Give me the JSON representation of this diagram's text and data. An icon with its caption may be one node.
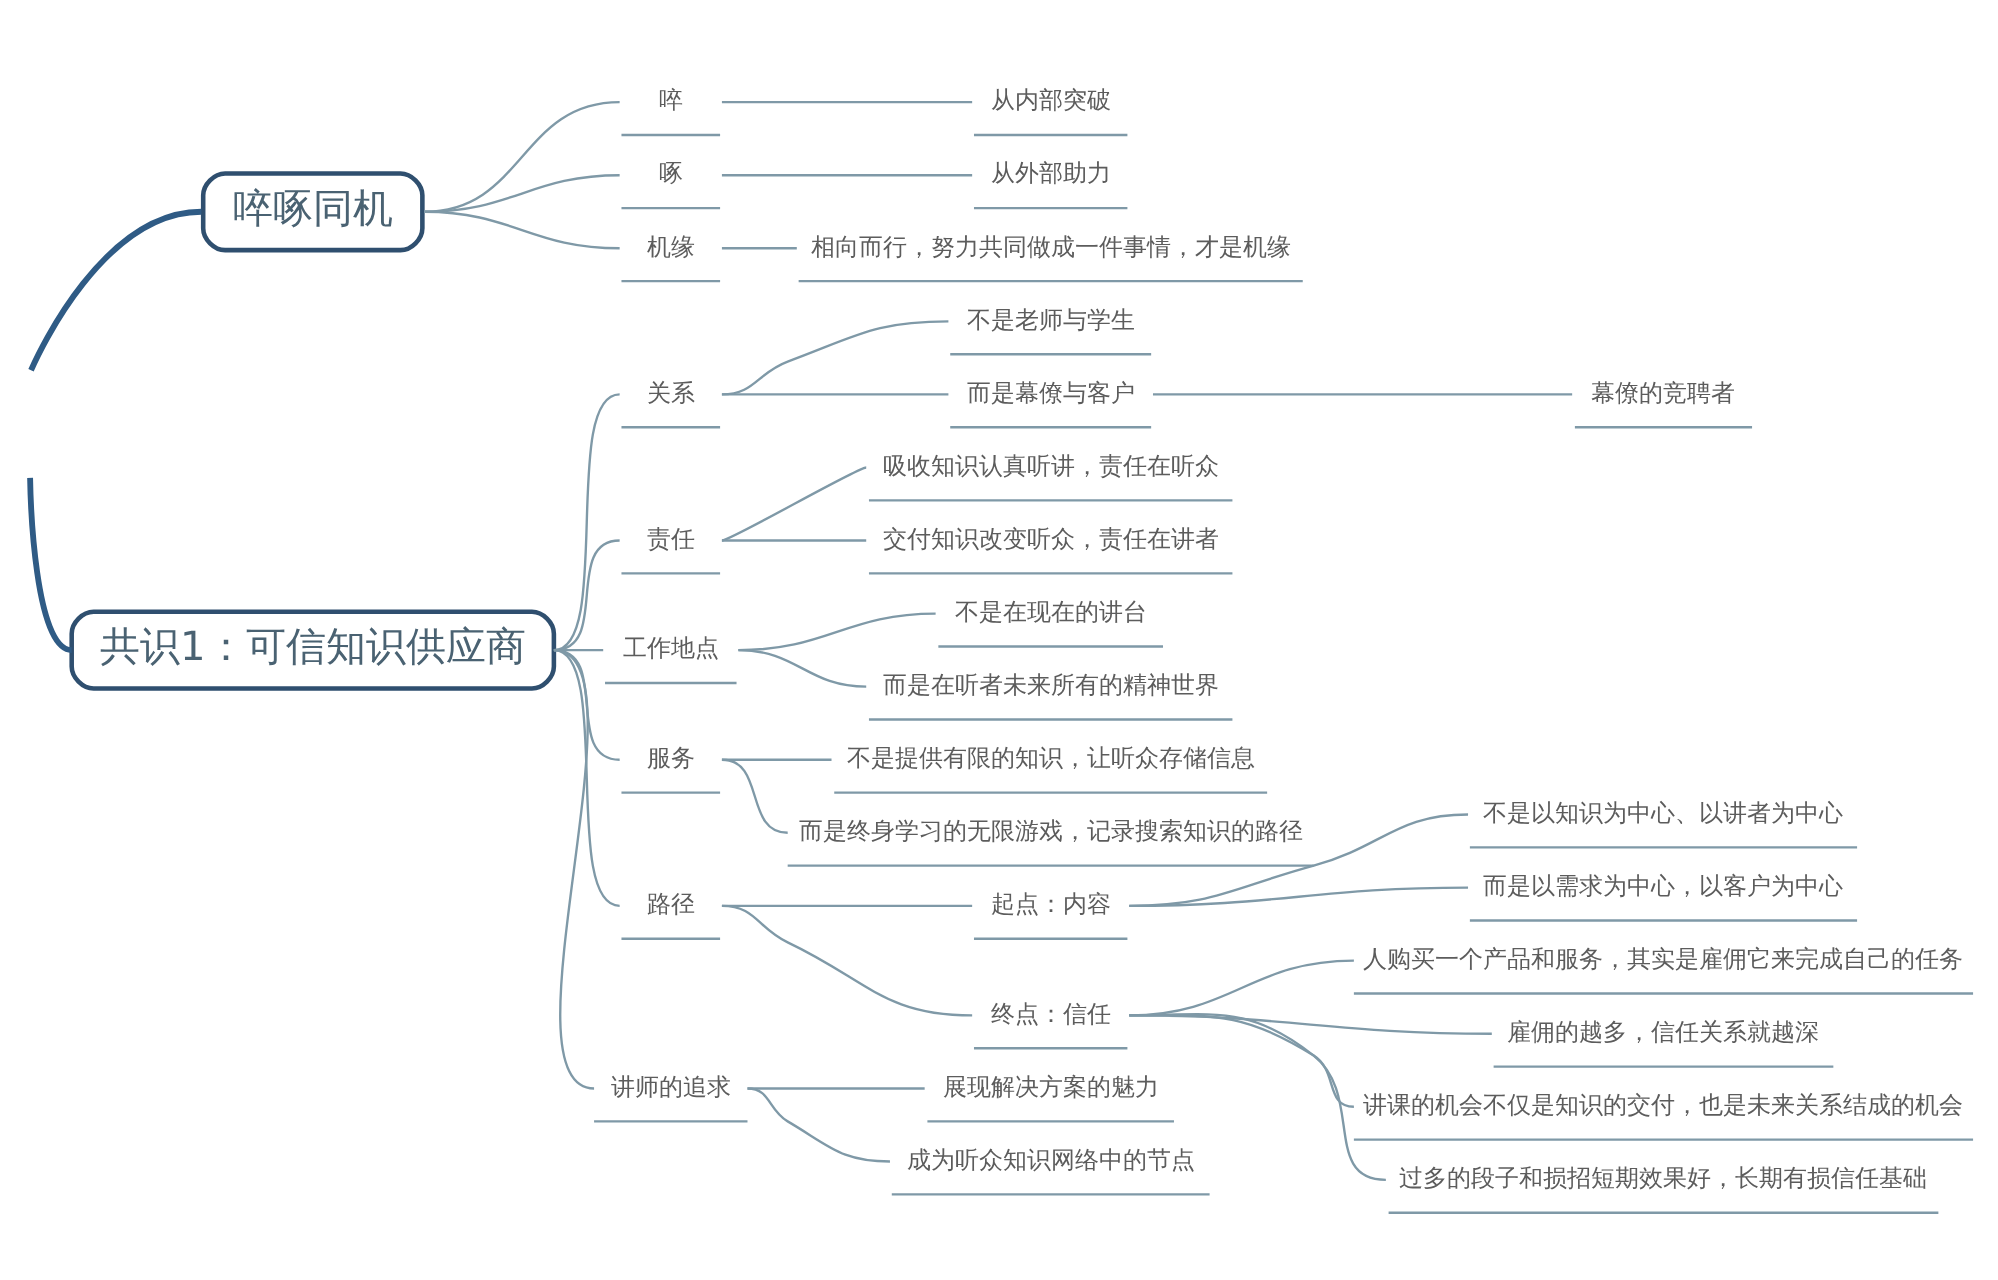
{
  "diagram": {
    "nodes": [
      {
        "text": [
          "啐啄同机"
        ]
      },
      {
        "text": [
          "啐"
        ]
      },
      {
        "text": [
          "从内部突破"
        ]
      },
      {
        "text": [
          "啄"
        ]
      },
      {
        "text": [
          "从外部助力"
        ]
      },
      {
        "text": [
          "机缘"
        ]
      },
      {
        "text": [
          "相向而行，努力共同做成一件事情，才是机缘"
        ]
      },
      {
        "text": [
          "共识1：可信知识供应商"
        ]
      },
      {
        "text": [
          "关系"
        ]
      },
      {
        "text": [
          "不是老师与学生"
        ]
      },
      {
        "text": [
          "而是幕僚与客户"
        ]
      },
      {
        "text": [
          "幕僚的竞聘者"
        ]
      },
      {
        "text": [
          "责任"
        ]
      },
      {
        "text": [
          "吸收知识认真听讲，责任在听众"
        ]
      },
      {
        "text": [
          "交付知识改变听众，责任在讲者"
        ]
      },
      {
        "text": [
          "工作地点"
        ]
      },
      {
        "text": [
          "不是在现在的讲台"
        ]
      },
      {
        "text": [
          "而是在听者未来所有的精神世界"
        ]
      },
      {
        "text": [
          "服务"
        ]
      },
      {
        "text": [
          "不是提供有限的知识，让听众存储信息"
        ]
      },
      {
        "text": [
          "而是终身学习的无限游戏，记录搜索知识的路径"
        ]
      },
      {
        "text": [
          "路径"
        ]
      },
      {
        "text": [
          "起点：内容"
        ]
      },
      {
        "text": [
          "不是以知识为中心、以讲者为中心"
        ]
      },
      {
        "text": [
          "而是以需求为中心，以客户为中心"
        ]
      },
      {
        "text": [
          "终点：信任"
        ]
      },
      {
        "text": [
          "人购买一个产品和服务，其实是雇佣它来完成自己的任务"
        ]
      },
      {
        "text": [
          "雇佣的越多，信任关系就越深"
        ]
      },
      {
        "text": [
          "讲课的机会不仅是知识的交付，也是未来关系结成的机会"
        ]
      },
      {
        "text": [
          "过多的段子和损招短期效果好，长期有损信任基础"
        ]
      },
      {
        "text": [
          "讲师的追求"
        ]
      },
      {
        "text": [
          "展现解决方案的魅力"
        ]
      },
      {
        "text": [
          "成为听众知识网络中的节点"
        ]
      }
    ],
    "edges": [
      {
        "from": null,
        "to": 0,
        "arrow": "none",
        "style": "thick",
        "color": "#2f5b85"
      },
      {
        "from": 0,
        "to": 1,
        "arrow": "none"
      },
      {
        "from": 1,
        "to": 2,
        "arrow": "none"
      },
      {
        "from": 0,
        "to": 3,
        "arrow": "none"
      },
      {
        "from": 3,
        "to": 4,
        "arrow": "none"
      },
      {
        "from": 0,
        "to": 5,
        "arrow": "none"
      },
      {
        "from": 5,
        "to": 6,
        "arrow": "none"
      },
      {
        "from": null,
        "to": 7,
        "arrow": "none",
        "style": "thick",
        "color": "#2f5b85"
      },
      {
        "from": 7,
        "to": 8,
        "arrow": "none"
      },
      {
        "from": 8,
        "to": 9,
        "arrow": "none"
      },
      {
        "from": 8,
        "to": 10,
        "arrow": "none"
      },
      {
        "from": 10,
        "to": 11,
        "arrow": "none"
      },
      {
        "from": 7,
        "to": 12,
        "arrow": "none"
      },
      {
        "from": 12,
        "to": 13,
        "arrow": "none"
      },
      {
        "from": 12,
        "to": 14,
        "arrow": "none"
      },
      {
        "from": 7,
        "to": 15,
        "arrow": "none"
      },
      {
        "from": 15,
        "to": 16,
        "arrow": "none"
      },
      {
        "from": 15,
        "to": 17,
        "arrow": "none"
      },
      {
        "from": 7,
        "to": 18,
        "arrow": "none"
      },
      {
        "from": 18,
        "to": 19,
        "arrow": "none"
      },
      {
        "from": 18,
        "to": 20,
        "arrow": "none"
      },
      {
        "from": 7,
        "to": 21,
        "arrow": "none"
      },
      {
        "from": 21,
        "to": 22,
        "arrow": "none"
      },
      {
        "from": 22,
        "to": 23,
        "arrow": "none"
      },
      {
        "from": 22,
        "to": 24,
        "arrow": "none"
      },
      {
        "from": 21,
        "to": 25,
        "arrow": "none"
      },
      {
        "from": 25,
        "to": 26,
        "arrow": "none"
      },
      {
        "from": 25,
        "to": 27,
        "arrow": "none"
      },
      {
        "from": 25,
        "to": 28,
        "arrow": "none"
      },
      {
        "from": 25,
        "to": 29,
        "arrow": "none"
      },
      {
        "from": 7,
        "to": 30,
        "arrow": "none"
      },
      {
        "from": 30,
        "to": 31,
        "arrow": "none"
      },
      {
        "from": 30,
        "to": 32,
        "arrow": "none"
      }
    ]
  }
}
